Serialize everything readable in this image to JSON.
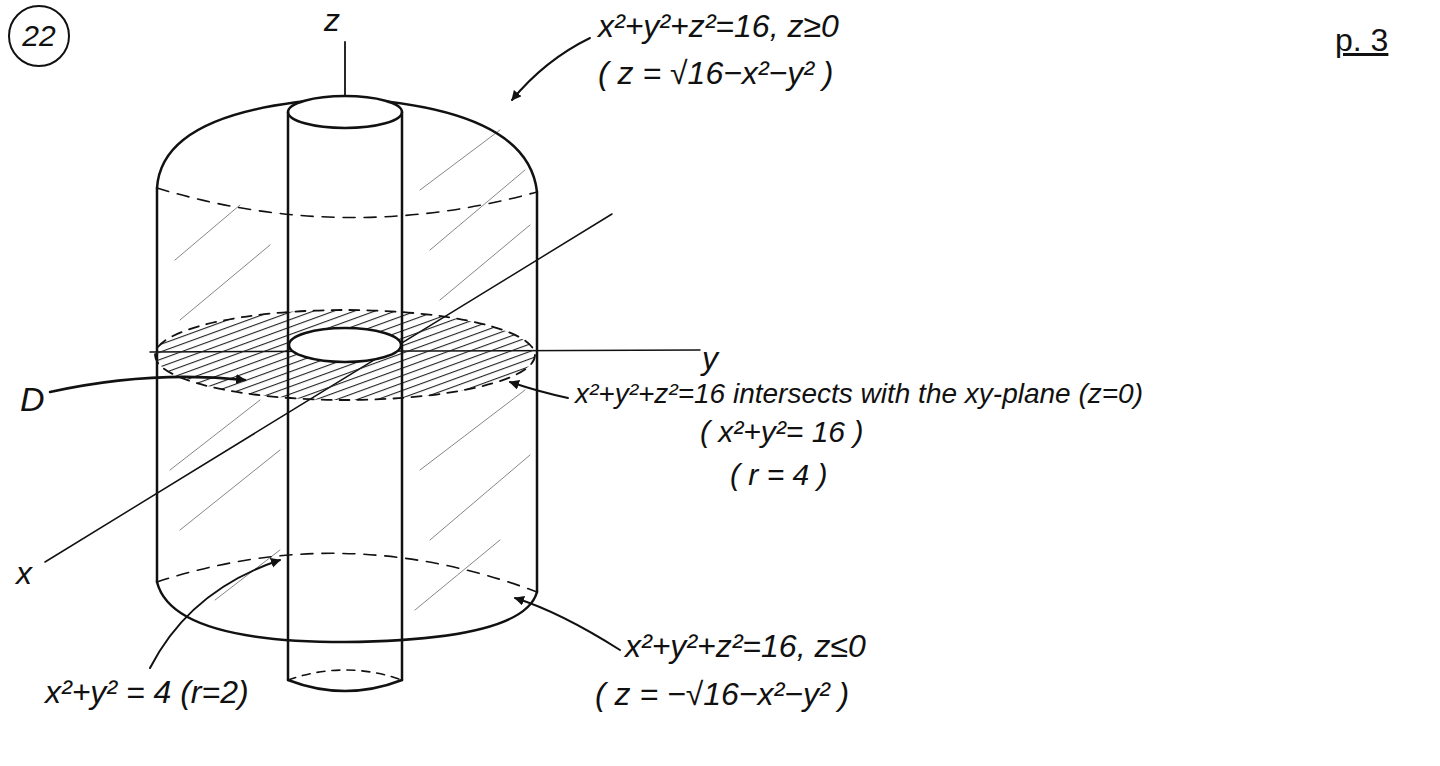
{
  "diagram": {
    "nodes": [
      {
        "text": [
          "22"
        ]
      }
    ],
    "labels": [
      "z",
      "x²+y²+z²=16, z≥0",
      "( z = √16−x²−y² )",
      "p. 3",
      "D",
      "y",
      "x",
      "x²+y²+z²=16 intersects with the xy-plane (z=0)",
      "( x²+y²= 16 )",
      "( r = 4 )",
      "x²+y²+z²=16, z≤0",
      "( z = −√16−x²−y² )",
      "x²+y² = 4 (r=2)"
    ]
  }
}
